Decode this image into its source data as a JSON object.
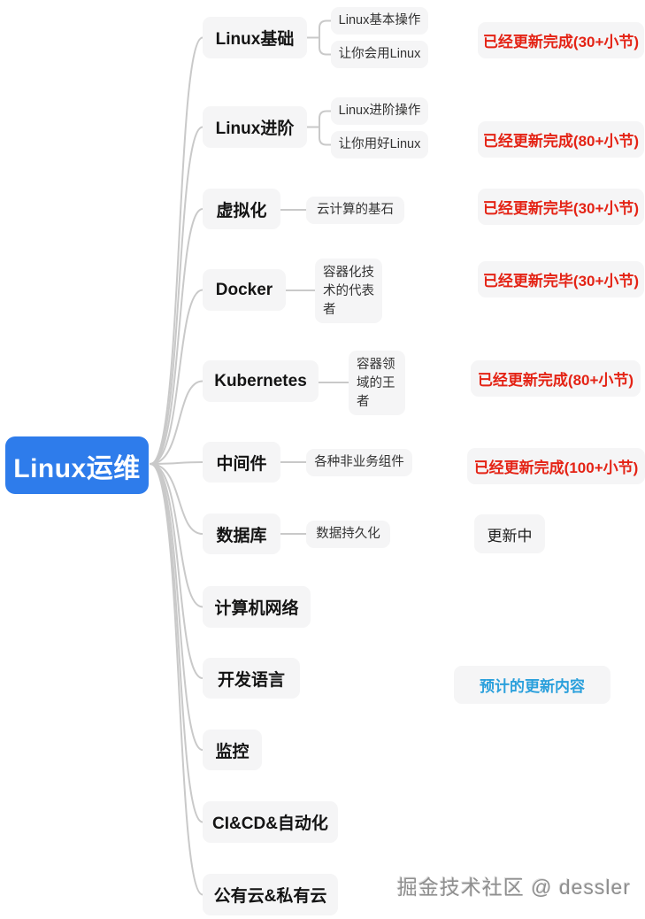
{
  "root": {
    "label": "Linux运维"
  },
  "topics": [
    {
      "label": "Linux基础",
      "children": [
        "Linux基本操作",
        "让你会用Linux"
      ],
      "status": "已经更新完成(30+小节)",
      "status_color": "red"
    },
    {
      "label": "Linux进阶",
      "children": [
        "Linux进阶操作",
        "让你用好Linux"
      ],
      "status": "已经更新完成(80+小节)",
      "status_color": "red"
    },
    {
      "label": "虚拟化",
      "children": [
        "云计算的基石"
      ],
      "status": "已经更新完毕(30+小节)",
      "status_color": "red"
    },
    {
      "label": "Docker",
      "children": [
        "容器化技术的代表者"
      ],
      "status": "已经更新完毕(30+小节)",
      "status_color": "red"
    },
    {
      "label": "Kubernetes",
      "children": [
        "容器领域的王者"
      ],
      "status": "已经更新完成(80+小节)",
      "status_color": "red"
    },
    {
      "label": "中间件",
      "children": [
        "各种非业务组件"
      ],
      "status": "已经更新完成(100+小节)",
      "status_color": "red"
    },
    {
      "label": "数据库",
      "children": [
        "数据持久化"
      ],
      "status": "更新中",
      "status_color": "black"
    },
    {
      "label": "计算机网络",
      "children": [],
      "status": null,
      "status_color": null
    },
    {
      "label": "开发语言",
      "children": [],
      "status": "预计的更新内容",
      "status_color": "blue"
    },
    {
      "label": "监控",
      "children": [],
      "status": null,
      "status_color": null
    },
    {
      "label": "CI&CD&自动化",
      "children": [],
      "status": null,
      "status_color": null
    },
    {
      "label": "公有云&私有云",
      "children": [],
      "status": null,
      "status_color": null
    }
  ],
  "watermark": "掘金技术社区 @ dessler",
  "colors": {
    "root_bg": "#2e7ceb",
    "node_bg": "#f5f5f6",
    "connector": "#c9c9c9",
    "status_red": "#e42315",
    "status_blue": "#2ba0dc",
    "status_black": "#1d1d1d",
    "topic_text": "#141414",
    "child_text": "#333333",
    "root_text": "#ffffff"
  }
}
